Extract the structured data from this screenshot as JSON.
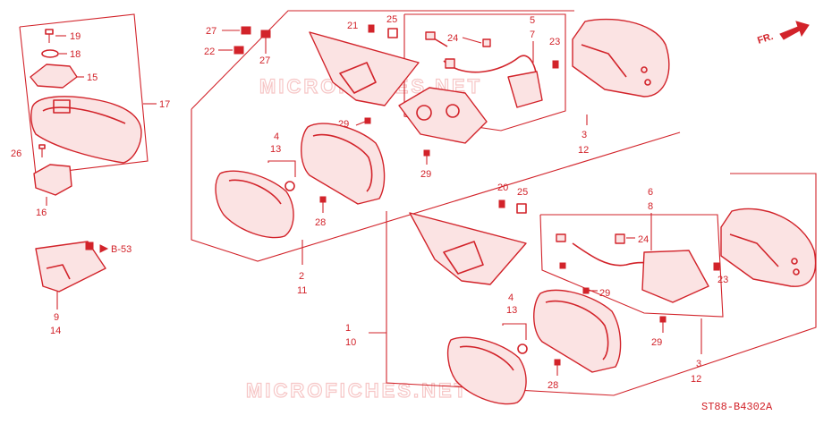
{
  "diagram": {
    "code": "ST88-B4302A",
    "direction_label": "FR.",
    "ref_label": "B-53",
    "watermark": "MICROFICHES.NET",
    "labels": {
      "n19": "19",
      "n18": "18",
      "n15": "15",
      "n17": "17",
      "n26": "26",
      "n16": "16",
      "n9": "9",
      "n14": "14",
      "n27a": "27",
      "n22": "22",
      "n27b": "27",
      "n21": "21",
      "n25a": "25",
      "n5": "5",
      "n7": "7",
      "n24a": "24",
      "n23a": "23",
      "n29a": "29",
      "n4a": "4",
      "n13a": "13",
      "n29b": "29",
      "n3a": "3",
      "n12a": "12",
      "n28a": "28",
      "n2": "2",
      "n11": "11",
      "n20": "20",
      "n25b": "25",
      "n6": "6",
      "n8": "8",
      "n24b": "24",
      "n23b": "23",
      "n29c": "29",
      "n4b": "4",
      "n13b": "13",
      "n29d": "29",
      "n1": "1",
      "n10": "10",
      "n3b": "3",
      "n12b": "12",
      "n28b": "28"
    }
  }
}
